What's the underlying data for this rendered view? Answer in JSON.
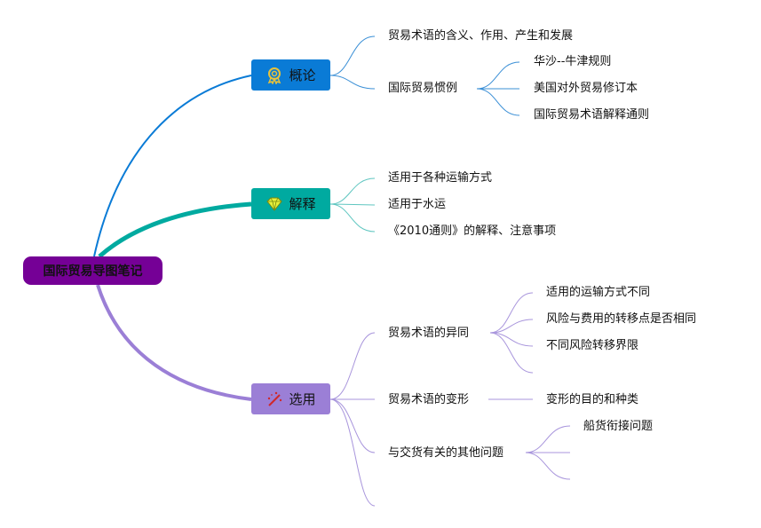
{
  "root": {
    "label": "国际贸易导图笔记"
  },
  "branches": [
    {
      "label": "概论",
      "icon": "award-ribbon-icon",
      "color": "#0a7bd6",
      "children": [
        {
          "label": "贸易术语的含义、作用、产生和发展"
        },
        {
          "label": "国际贸易惯例",
          "children": [
            "华沙--牛津规则",
            "美国对外贸易修订本",
            "国际贸易术语解释通则"
          ]
        }
      ]
    },
    {
      "label": "解释",
      "icon": "diamond-icon",
      "color": "#00aaa0",
      "children": [
        {
          "label": "适用于各种运输方式"
        },
        {
          "label": "适用于水运"
        },
        {
          "label": "《2010通则》的解释、注意事项"
        }
      ]
    },
    {
      "label": "选用",
      "icon": "magic-wand-icon",
      "color": "#9b7fd6",
      "children": [
        {
          "label": "贸易术语的异同",
          "children": [
            "适用的运输方式不同",
            "风险与费用的转移点是否相同",
            "不同风险转移界限"
          ]
        },
        {
          "label": "贸易术语的变形",
          "children": [
            "变形的目的和种类"
          ]
        },
        {
          "label": "与交货有关的其他问题",
          "children": [
            "船货衔接问题"
          ]
        }
      ]
    }
  ]
}
